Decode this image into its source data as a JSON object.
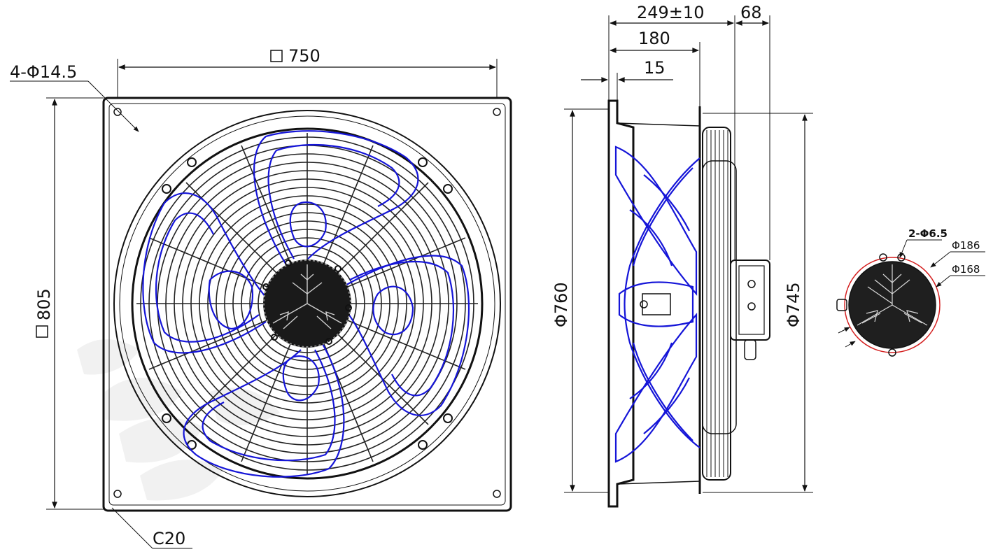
{
  "front_view": {
    "width_label": "750",
    "height_label": "805",
    "hole_label": "4-Φ14.5",
    "chamfer_label": "C20"
  },
  "side_view": {
    "total_depth_label": "249±10",
    "motor_depth_label": "68",
    "flange_depth_label": "180",
    "ring_thickness_label": "15",
    "outer_diameter_label": "Φ760",
    "inner_diameter_label": "Φ745"
  },
  "motor_view": {
    "holes_label": "2-Φ6.5",
    "outer_diameter_label": "Φ186",
    "inner_diameter_label": "Φ168"
  },
  "colors": {
    "blade": "#1515d8",
    "outline": "#111111",
    "motor_circle": "#d42020",
    "watermark": "#e6e6e6"
  }
}
